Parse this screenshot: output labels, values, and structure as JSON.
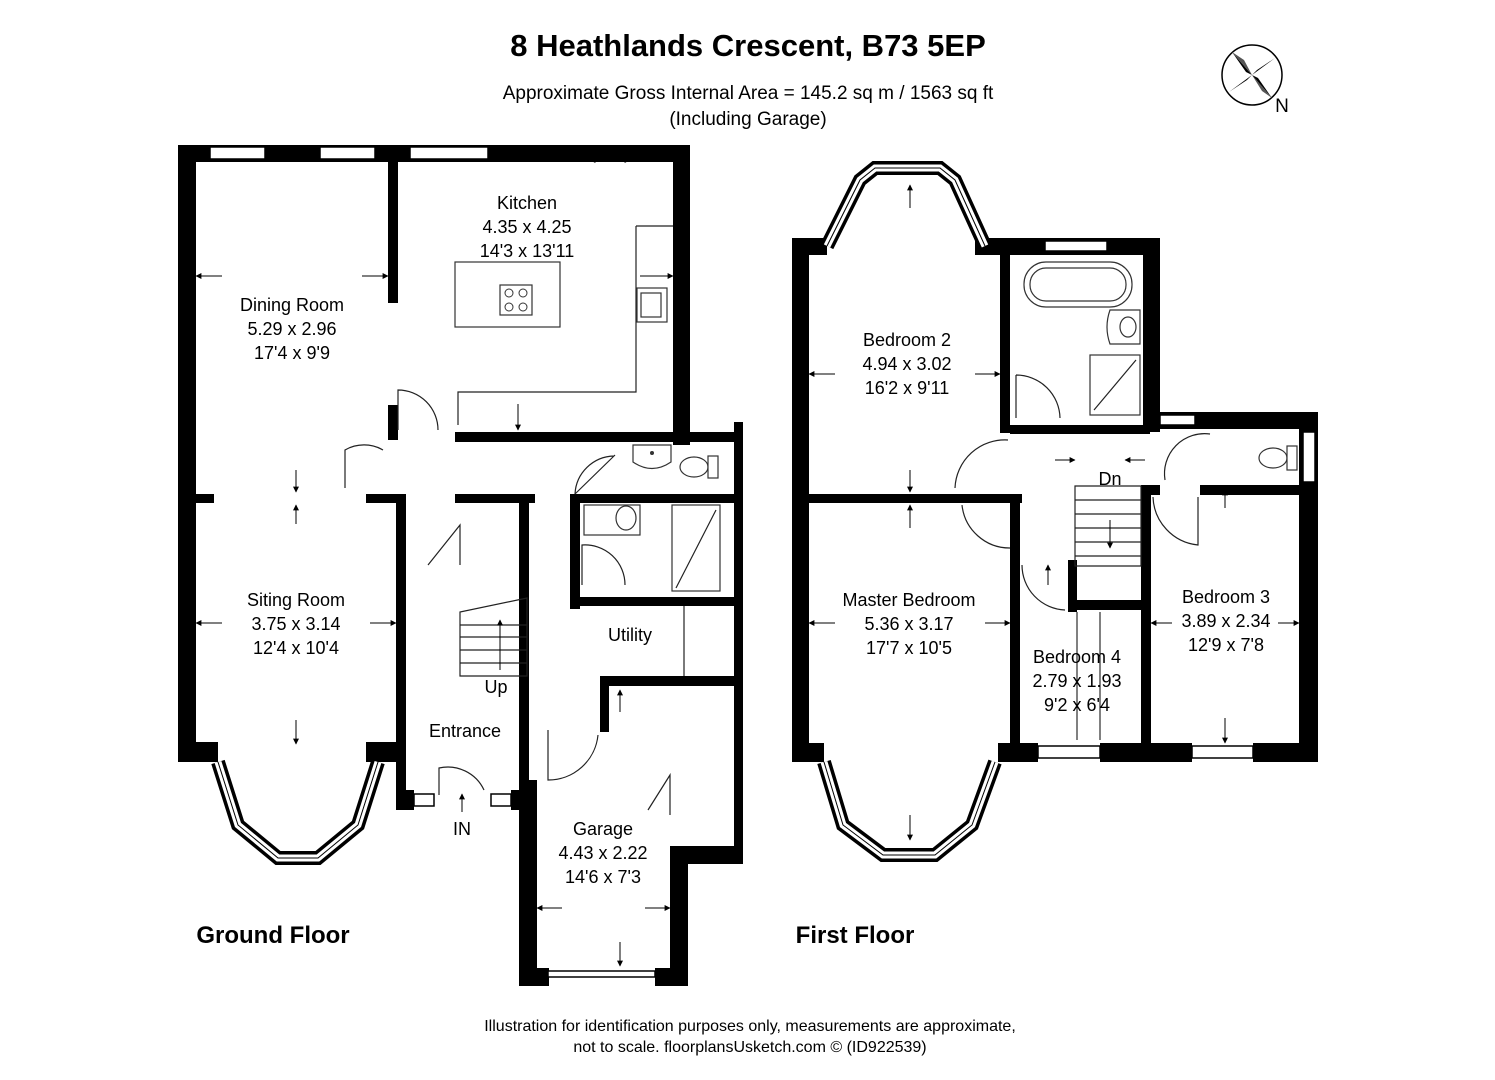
{
  "title": "8 Heathlands Crescent, B73 5EP",
  "subtitle_line1": "Approximate Gross Internal Area = 145.2 sq m / 1563 sq ft",
  "subtitle_line2": "(Including Garage)",
  "compass_label": "N",
  "ground_floor": {
    "label": "Ground Floor",
    "rooms": {
      "kitchen": {
        "name": "Kitchen",
        "metric": "4.35 x 4.25",
        "imperial": "14'3 x 13'11"
      },
      "dining": {
        "name": "Dining Room",
        "metric": "5.29 x 2.96",
        "imperial": "17'4 x 9'9"
      },
      "sitting": {
        "name": "Siting Room",
        "metric": "3.75 x 3.14",
        "imperial": "12'4 x 10'4"
      },
      "utility": {
        "name": "Utility"
      },
      "entrance": {
        "name": "Entrance"
      },
      "garage": {
        "name": "Garage",
        "metric": "4.43 x 2.22",
        "imperial": "14'6 x 7'3"
      }
    },
    "stairs_label": "Up",
    "entry_label": "IN"
  },
  "first_floor": {
    "label": "First Floor",
    "rooms": {
      "bedroom2": {
        "name": "Bedroom 2",
        "metric": "4.94 x 3.02",
        "imperial": "16'2 x 9'11"
      },
      "master": {
        "name": "Master Bedroom",
        "metric": "5.36 x 3.17",
        "imperial": "17'7 x 10'5"
      },
      "bedroom3": {
        "name": "Bedroom 3",
        "metric": "3.89 x 2.34",
        "imperial": "12'9 x 7'8"
      },
      "bedroom4": {
        "name": "Bedroom 4",
        "metric": "2.79 x 1.93",
        "imperial": "9'2 x 6'4"
      }
    },
    "stairs_label": "Dn"
  },
  "footer_line1": "Illustration for identification purposes only, measurements are approximate,",
  "footer_line2": "not to scale. floorplansUsketch.com © (ID922539)"
}
